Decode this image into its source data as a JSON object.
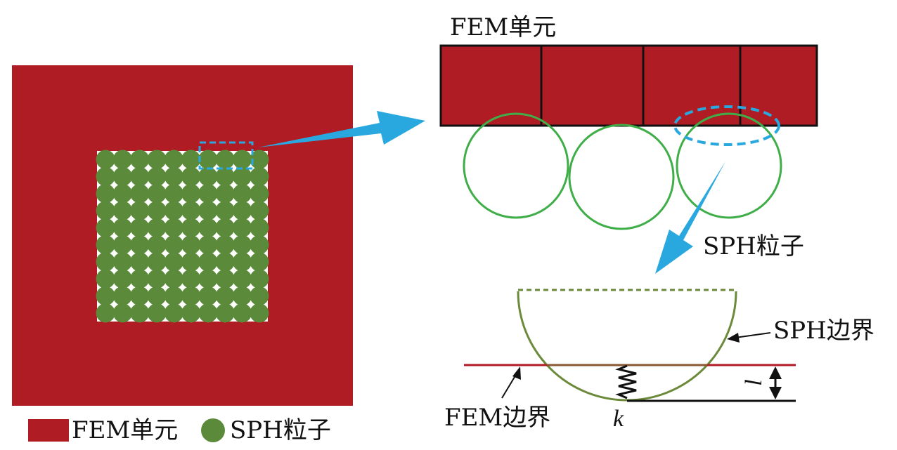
{
  "labels": {
    "fem_unit_top": "FEM单元",
    "sph_particle": "SPH粒子",
    "sph_boundary": "SPH边界",
    "fem_boundary": "FEM边界",
    "spring_k": "k",
    "distance_l": "l"
  },
  "legend": {
    "fem_unit": "FEM单元",
    "sph_particle": "SPH粒子"
  },
  "colors": {
    "fem": "#b01c24",
    "sph": "#5a8a3a",
    "sph_circle": "#3fae49",
    "highlight": "#29a8e0",
    "sph_boundary_line": "#6b8a3a",
    "fem_boundary_line": "#b01c24",
    "line": "#111111"
  },
  "particle_grid": {
    "rows": 10,
    "cols": 10
  },
  "fem_elements": 4,
  "sph_circles": 3
}
